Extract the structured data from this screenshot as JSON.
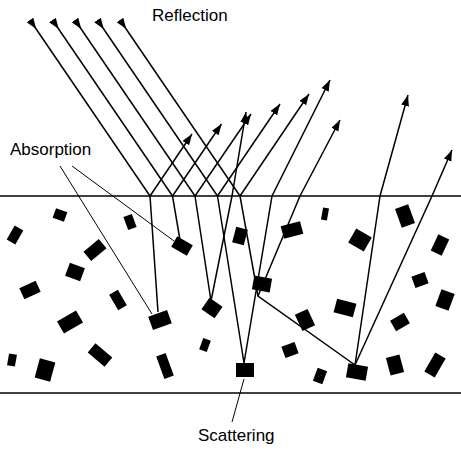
{
  "diagram": {
    "labels": [
      "Reflection",
      "Absorption",
      "Scattering"
    ]
  }
}
